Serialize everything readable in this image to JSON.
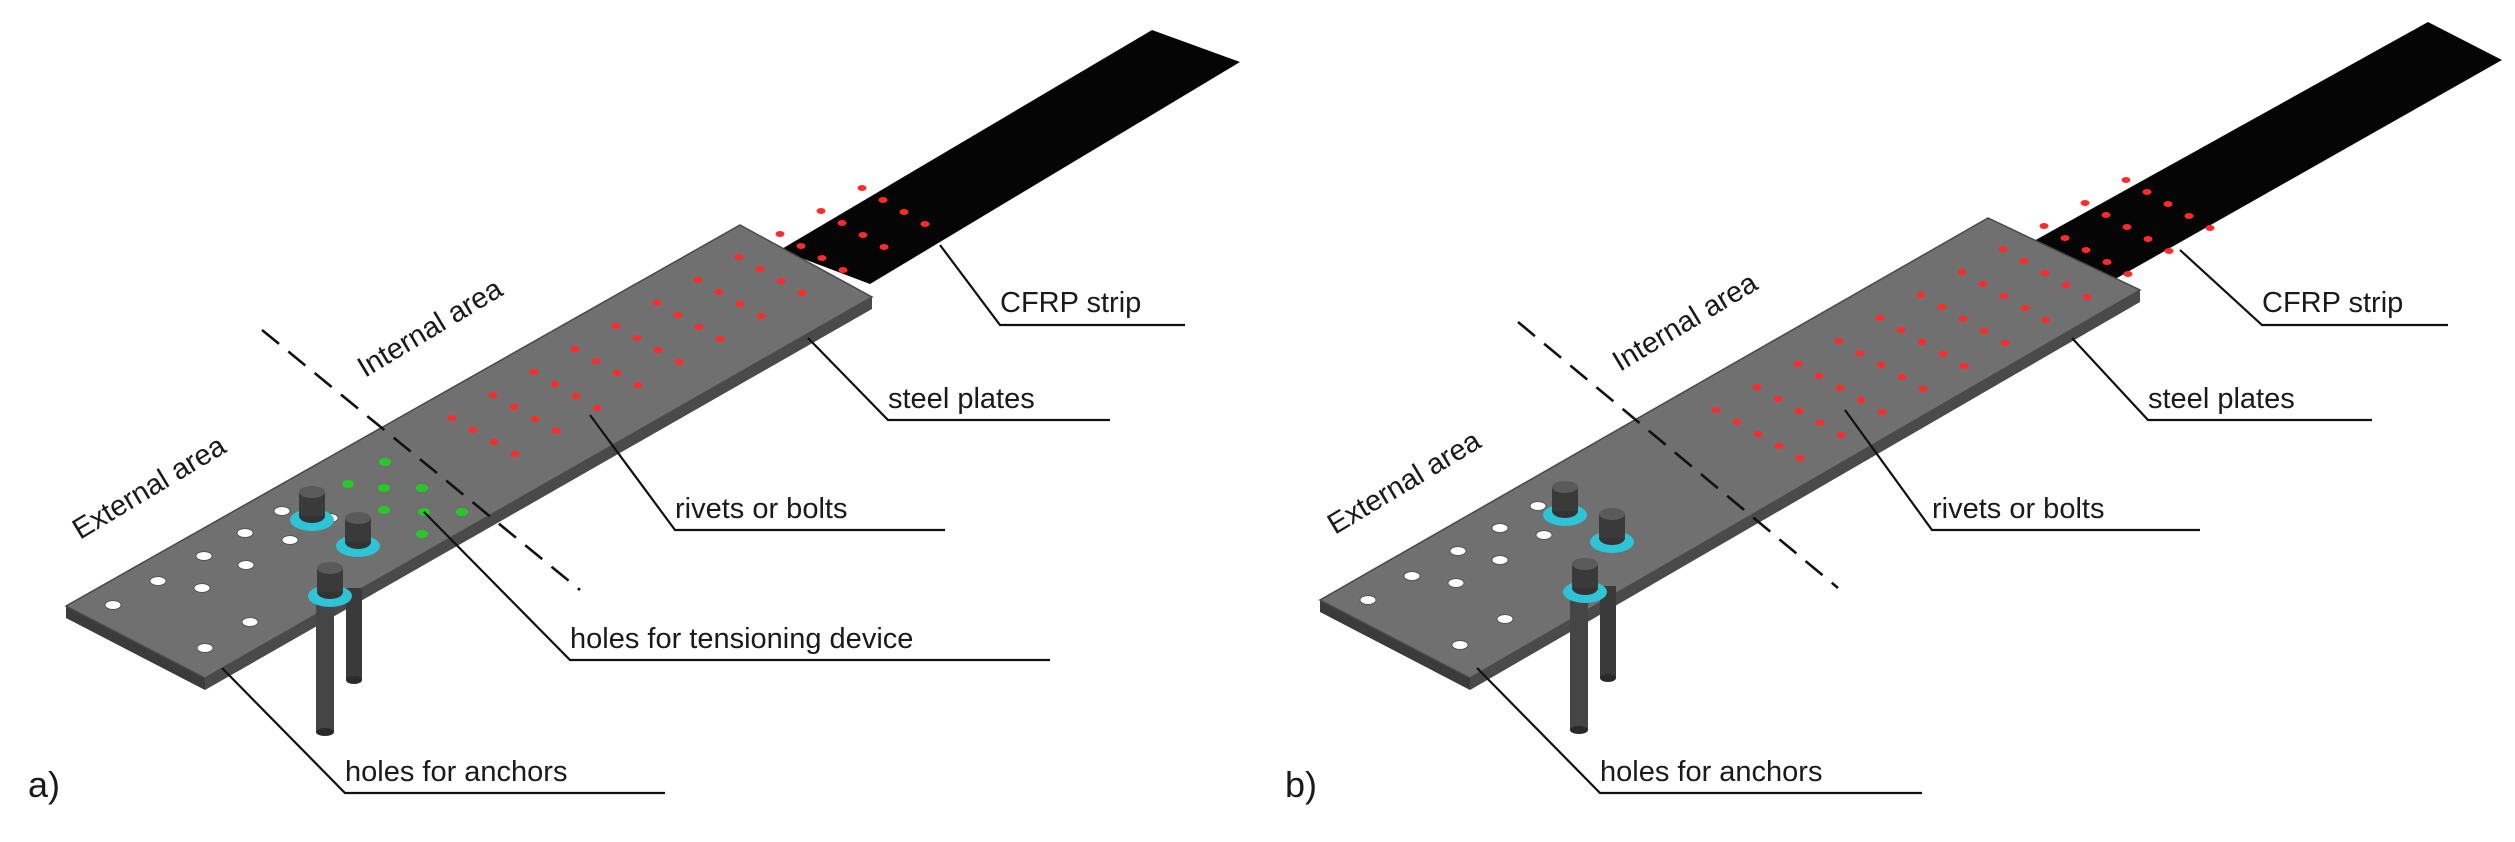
{
  "panels": [
    {
      "id": "a",
      "label": "a)",
      "labels": {
        "external_area": "External area",
        "internal_area": "Internal area",
        "cfrp_strip": "CFRP strip",
        "steel_plates": "steel plates",
        "rivets_or_bolts": "rivets or bolts",
        "holes_for_tensioning_device": "holes for tensioning device",
        "holes_for_anchors": "holes for anchors"
      }
    },
    {
      "id": "b",
      "label": "b)",
      "labels": {
        "external_area": "External area",
        "internal_area": "Internal area",
        "cfrp_strip": "CFRP strip",
        "steel_plates": "steel plates",
        "rivets_or_bolts": "rivets or bolts",
        "holes_for_anchors": "holes for anchors"
      }
    }
  ],
  "colors": {
    "steel_plate": "#6f6f6f",
    "plate_edge": "#3f3f3f",
    "cfrp_strip": "#050505",
    "rivets": "#ff2a2a",
    "tensioning_holes": "#28c828",
    "anchor_washer": "#2ec4d6"
  }
}
